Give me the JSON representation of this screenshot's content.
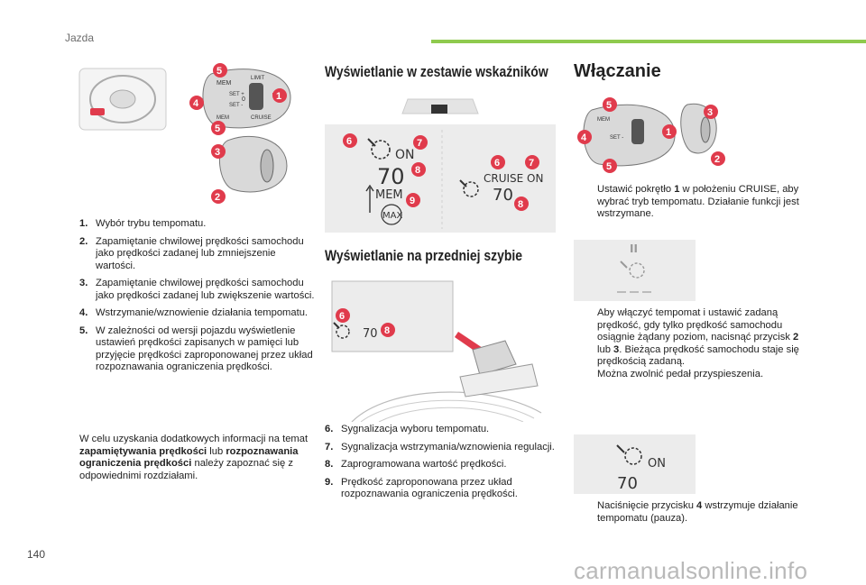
{
  "header": {
    "section": "Jazda"
  },
  "page_number": "140",
  "watermark": "carmanualsonline.info",
  "headings": {
    "cluster": "Wyświetlanie w zestawie wskaźników",
    "windshield": "Wyświetlanie na przedniej szybie",
    "activation": "Włączanie"
  },
  "left_list": [
    {
      "num": "1.",
      "text": "Wybór trybu tempomatu."
    },
    {
      "num": "2.",
      "text": "Zapamiętanie chwilowej prędkości samochodu jako prędkości zadanej lub zmniejszenie wartości."
    },
    {
      "num": "3.",
      "text": "Zapamiętanie chwilowej prędkości samochodu jako prędkości zadanej lub zwiększenie wartości."
    },
    {
      "num": "4.",
      "text": "Wstrzymanie/wznowienie działania tempomatu."
    },
    {
      "num": "5.",
      "text": "W zależności od wersji pojazdu wyświetlenie ustawień prędkości zapisanych w pamięci lub przyjęcie prędkości zaproponowanej przez układ rozpoznawania ograniczenia prędkości."
    }
  ],
  "left_paragraph": {
    "part1": "W celu uzyskania dodatkowych informacji na temat ",
    "bold1": "zapamiętywania prędkości",
    "part2": " lub ",
    "bold2": "rozpoznawania ograniczenia prędkości",
    "part3": " należy zapoznać się z odpowiednimi rozdziałami."
  },
  "middle_list": [
    {
      "num": "6.",
      "text": "Sygnalizacja wyboru tempomatu."
    },
    {
      "num": "7.",
      "text": "Sygnalizacja wstrzymania/wznowienia regulacji."
    },
    {
      "num": "8.",
      "text": "Zaprogramowana wartość prędkości."
    },
    {
      "num": "9.",
      "text": "Prędkość zaproponowana przez układ rozpoznawania ograniczenia prędkości."
    }
  ],
  "bullets": {
    "mark": "",
    "b1": {
      "pre": "Ustawić pokrętło ",
      "k1": "1",
      "post": " w położeniu CRUISE, aby wybrać tryb tempomatu. Działanie funkcji jest wstrzymane."
    },
    "b2": {
      "pre": "Aby włączyć tempomat i ustawić zadaną prędkość, gdy tylko prędkość samochodu osiągnie żądany poziom, nacisnąć przycisk ",
      "k1": "2",
      "mid": " lub ",
      "k2": "3",
      "post": ". Bieżąca prędkość samochodu staje się prędkością zadaną.",
      "line2": "Można zwolnić pedał przyspieszenia."
    },
    "b3": {
      "pre": "Naciśnięcie przycisku ",
      "k1": "4",
      "post": " wstrzymuje działanie tempomatu (pauza)."
    }
  },
  "displays": {
    "cluster_left": {
      "on": "ON",
      "speed": "70",
      "mem": "MEM",
      "max": "MAX"
    },
    "cluster_right": {
      "cruise_on": "CRUISE ON",
      "speed": "70"
    },
    "hud": {
      "speed": "70"
    },
    "pause": {
      "pause": "II"
    },
    "on_panel": {
      "on": "ON",
      "speed": "70"
    }
  },
  "stalk_labels": {
    "mem": "MEM",
    "limit": "LIMIT",
    "cruise": "CRUISE",
    "set_plus": "SET +",
    "set_minus": "SET -",
    "zero": "0"
  },
  "callouts": {
    "n1": "1",
    "n2": "2",
    "n3": "3",
    "n4": "4",
    "n5": "5",
    "n6": "6",
    "n7": "7",
    "n8": "8",
    "n9": "9"
  },
  "colors": {
    "badge": "#e03b4c",
    "accent_green": "#8fca4e",
    "panel": "#ececec"
  }
}
